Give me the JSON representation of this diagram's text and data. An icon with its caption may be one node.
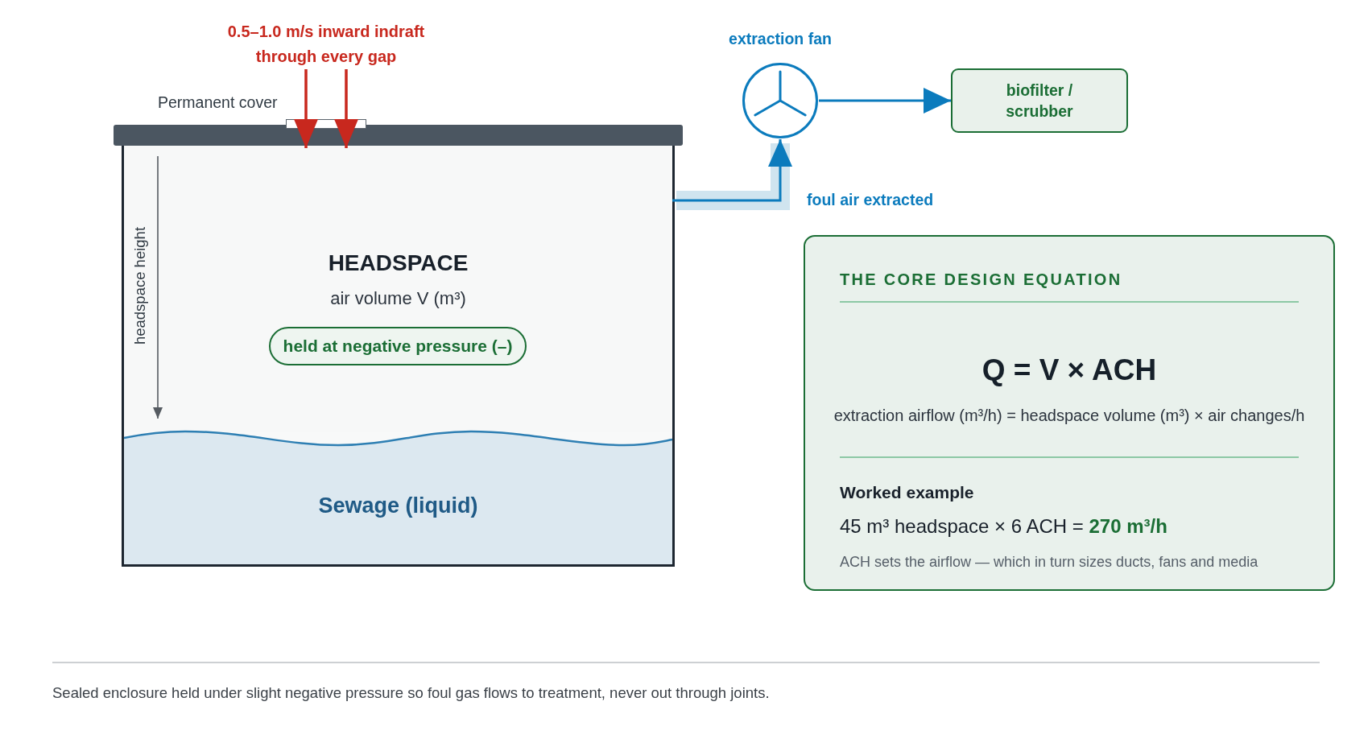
{
  "diagram": {
    "caption": "Sealed enclosure held under slight negative pressure so foul gas flows to treatment, never out through joints.",
    "nodes": [
      {
        "text": [
          "0.5–1.0 m/s inward indraft through every gap"
        ]
      },
      {
        "text": [],
        "shape": "box"
      },
      {
        "text": [
          "HEADSPACE",
          "air volume V (m³)"
        ],
        "in": 1
      },
      {
        "text": [
          "held at negative pressure (–)"
        ],
        "in": 2
      },
      {
        "text": [
          "Sewage (liquid)"
        ],
        "in": 1
      },
      {
        "text": [],
        "shape": "circle",
        "beside": [
          "extraction fan"
        ]
      },
      {
        "text": [
          "biofilter / scrubber"
        ]
      },
      {
        "text": [
          "THE CORE DESIGN EQUATION",
          "Q = V × ACH",
          "extraction airflow (m³/h) = headspace volume (m³) × air changes/h",
          "Worked example",
          "45 m³ headspace × 6 ACH = **270 m³/h**",
          "ACH sets the airflow — which in turn sizes ducts, fans and media"
        ]
      }
    ],
    "edges": [
      {
        "from": 0,
        "to": 2,
        "arrow": "to",
        "color": "#c8281e"
      },
      {
        "from": 0,
        "to": 2,
        "arrow": "to",
        "color": "#c8281e"
      },
      {
        "from": 2,
        "to": 5,
        "arrow": "to",
        "label": "foul air extracted",
        "color": "#0b7bbd"
      },
      {
        "from": 5,
        "to": 6,
        "arrow": "to",
        "color": "#0b7bbd"
      }
    ],
    "labels": [
      "Permanent cover",
      "headspace height"
    ]
  }
}
